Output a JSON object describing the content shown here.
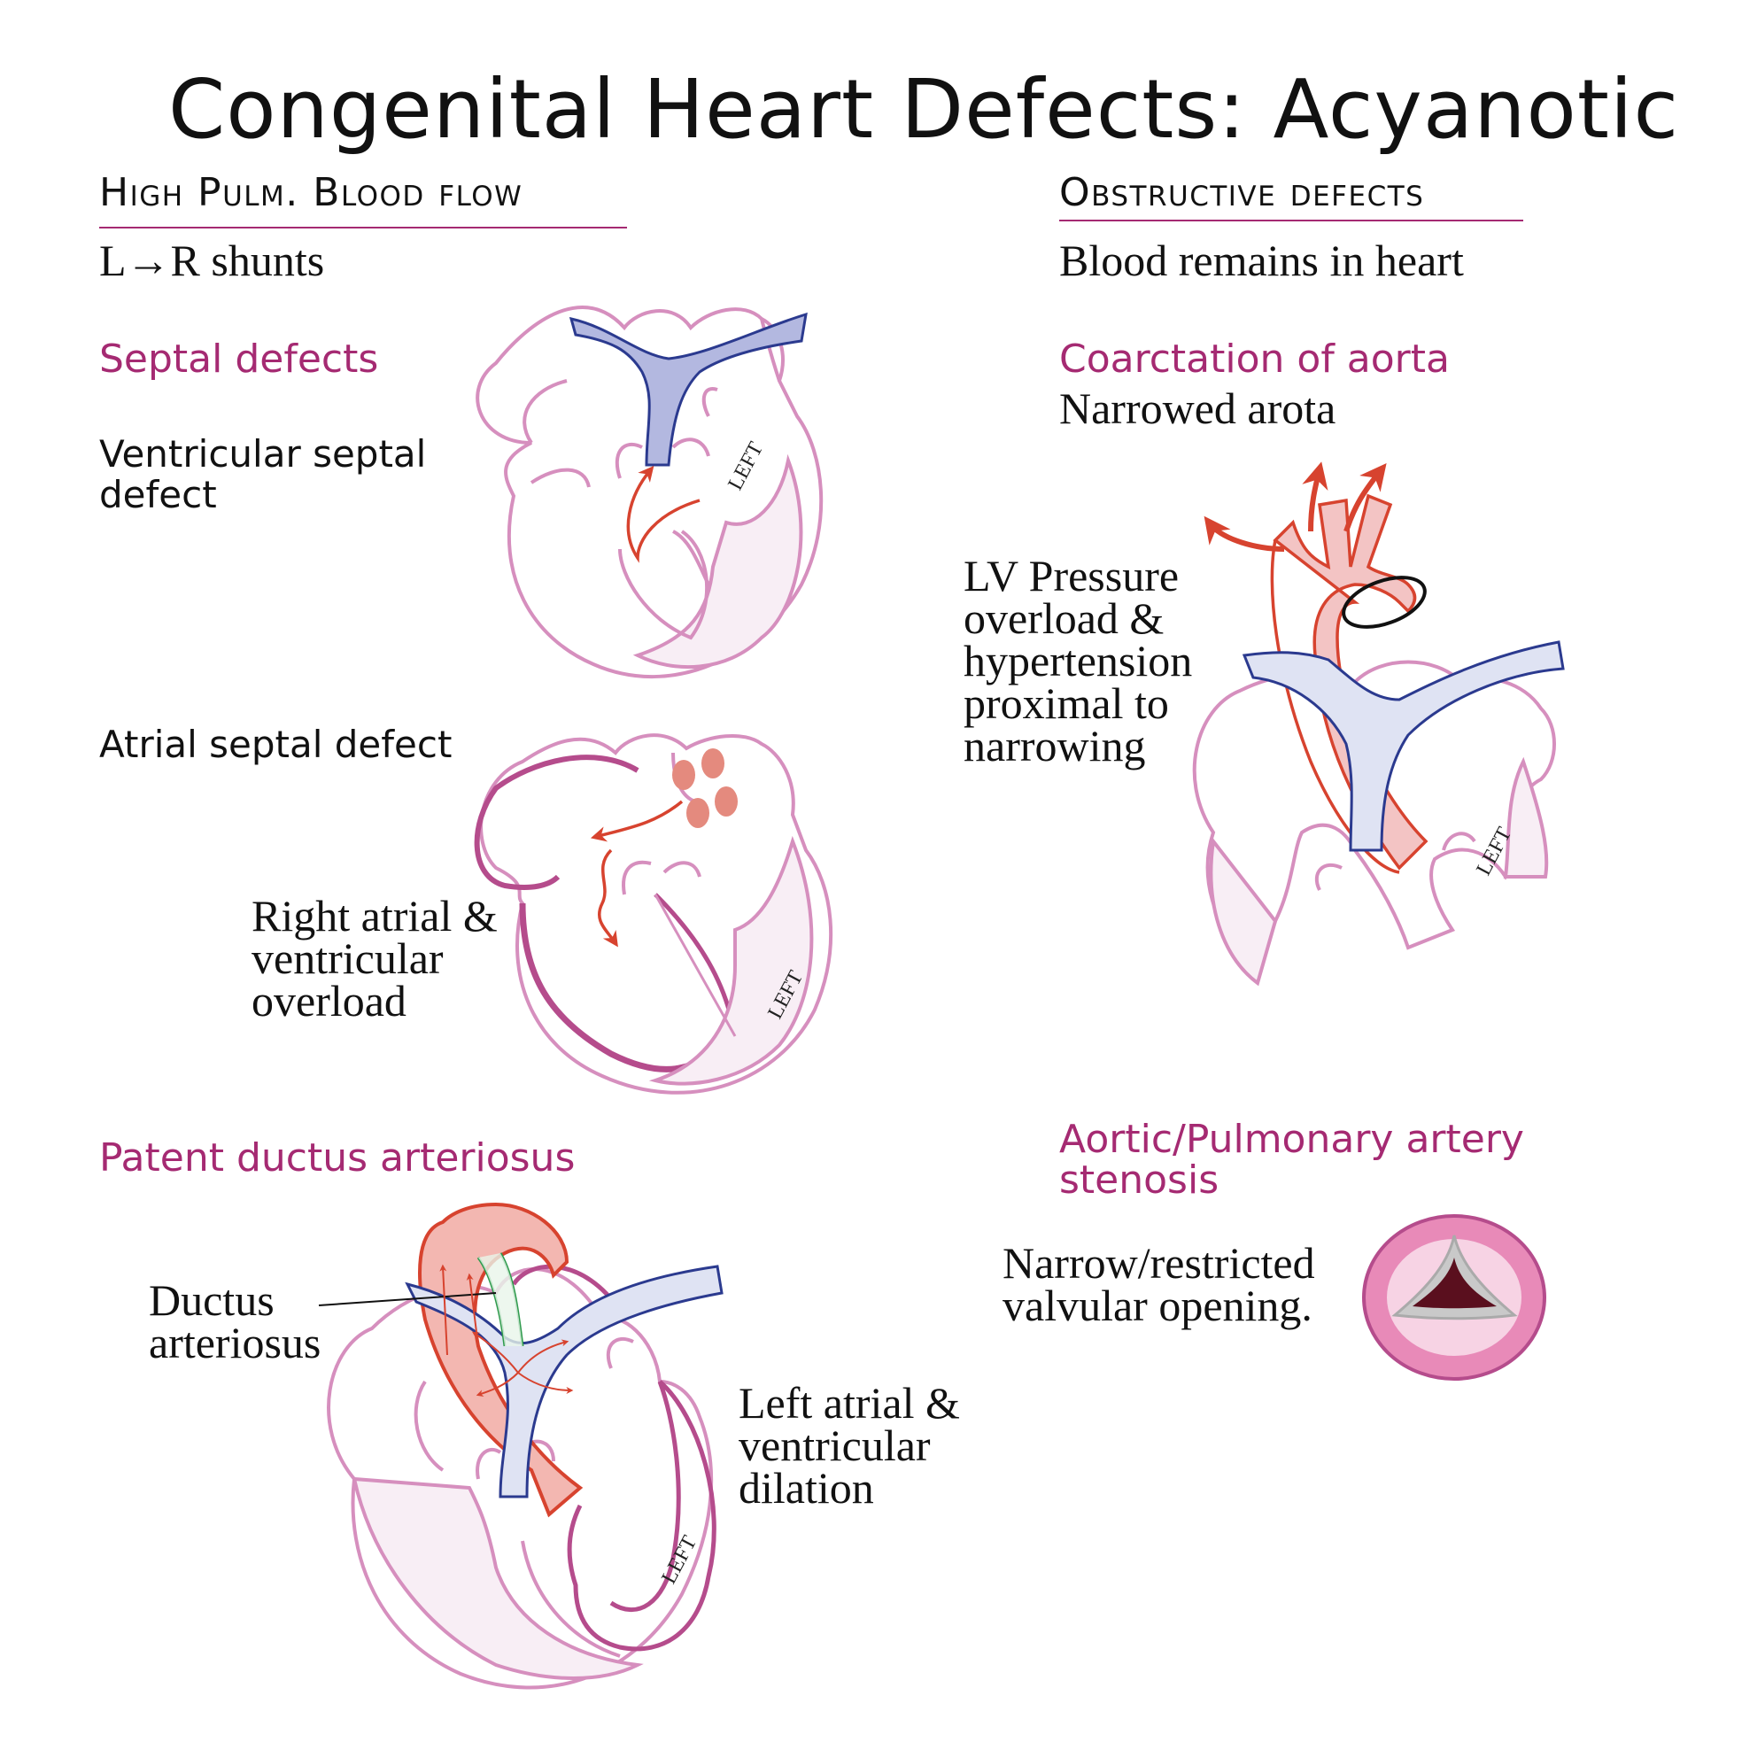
{
  "title": "Congenital Heart Defects: Acyanotic",
  "colors": {
    "accent": "#a52a72",
    "heart_outline": "#d68fbe",
    "heart_dark": "#b54c8c",
    "artery_red": "#d7432f",
    "vein_blue": "#2b3a8f",
    "vein_fill": "#dfe3f3",
    "aorta_fill": "#f3c4c4",
    "valve_pink": "#e88ab8"
  },
  "left": {
    "heading": "High Pulm. Blood flow",
    "subheading": "L→R shunts",
    "septal": {
      "title": "Septal defects",
      "vsd_label": "Ventricular septal defect",
      "asd_label": "Atrial septal defect",
      "asd_note": "Right atrial & ventricular overload",
      "chamber_label": "LEFT"
    },
    "pda": {
      "title": "Patent ductus arteriosus",
      "ductus_label": "Ductus arteriosus",
      "note": "Left atrial & ventricular dilation",
      "chamber_label": "LEFT"
    }
  },
  "right": {
    "heading": "Obstructive defects",
    "subheading": "Blood remains in heart",
    "coarctation": {
      "title": "Coarctation of aorta",
      "subtitle": "Narrowed arota",
      "note": "LV Pressure overload & hypertension proximal to narrowing",
      "chamber_label": "LEFT"
    },
    "stenosis": {
      "title": "Aortic/Pulmonary artery stenosis",
      "note": "Narrow/restricted valvular opening."
    }
  }
}
